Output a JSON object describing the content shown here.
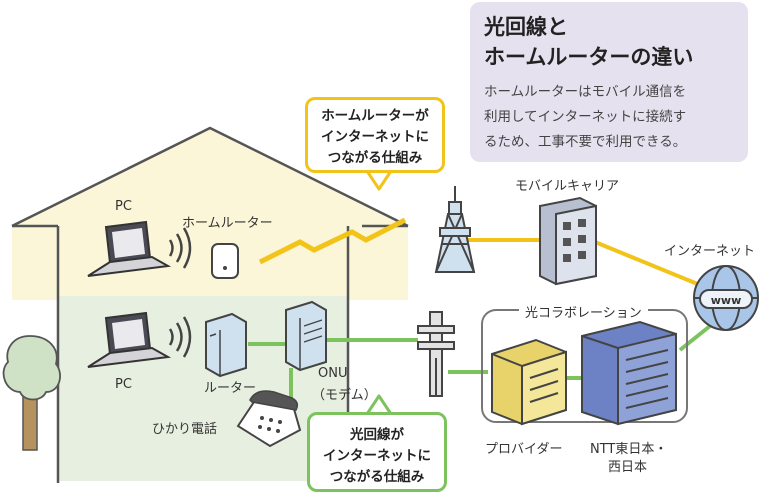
{
  "title": {
    "line1": "光回線と",
    "line2": "ホームルーターの違い"
  },
  "description": {
    "line1": "ホームルーターはモバイル通信を",
    "line2": "利用してインターネットに接続す",
    "line3": "るため、工事不要で利用できる。"
  },
  "callout_home_router": {
    "line1": "ホームルーターが",
    "line2": "インターネットに",
    "line3": "つながる仕組み"
  },
  "callout_fiber": {
    "line1": "光回線が",
    "line2": "インターネットに",
    "line3": "つながる仕組み"
  },
  "labels": {
    "pc_top": "PC",
    "home_router": "ホームルーター",
    "pc_bottom": "PC",
    "router": "ルーター",
    "onu_line1": "ONU",
    "onu_line2": "（モデム）",
    "phone": "ひかり電話",
    "mobile_carrier": "モバイルキャリア",
    "internet": "インターネット",
    "collaboration": "光コラボレーション",
    "provider": "プロバイダー",
    "ntt_line1": "NTT東日本・",
    "ntt_line2": "西日本"
  },
  "colors": {
    "wireless_link": "#f2c318",
    "wired_link": "#7cc35e",
    "house_top": "#fbf6d8",
    "house_bottom": "#e7efe0",
    "title_box": "#e6e1ef"
  },
  "icons": [
    "laptop-icon",
    "wifi-waves-icon",
    "home-router-icon",
    "router-icon",
    "onu-icon",
    "telephone-icon",
    "cell-tower-icon",
    "building-icon",
    "globe-www-icon",
    "utility-pole-icon",
    "lightning-icon",
    "tree-icon"
  ]
}
